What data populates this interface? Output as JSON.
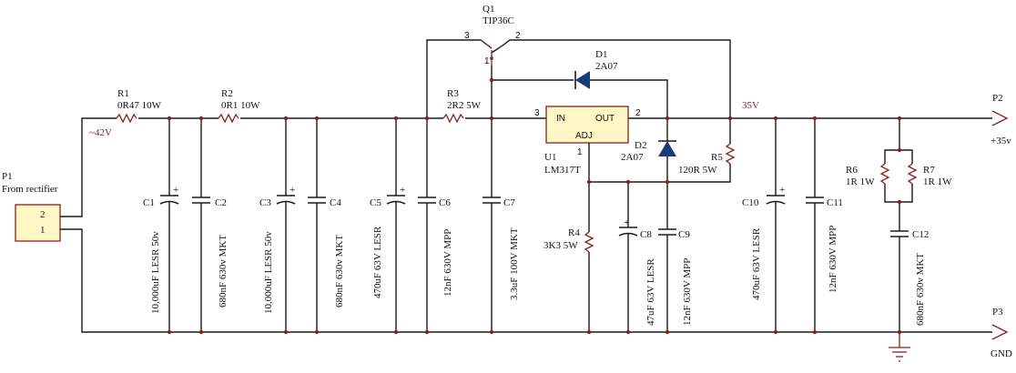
{
  "connectors": {
    "p1": {
      "ref": "P1",
      "desc": "From rectifier",
      "pin2": "2",
      "pin1": "1"
    },
    "p2": {
      "ref": "P2",
      "net": "+35v"
    },
    "p3": {
      "ref": "P3",
      "net": "GND"
    }
  },
  "nets": {
    "input": "~42V",
    "output": "35V"
  },
  "resistors": {
    "r1": {
      "ref": "R1",
      "value": "0R47 10W"
    },
    "r2": {
      "ref": "R2",
      "value": "0R1 10W"
    },
    "r3": {
      "ref": "R3",
      "value": "2R2 5W"
    },
    "r4": {
      "ref": "R4",
      "value": "3K3 5W"
    },
    "r5": {
      "ref": "R5",
      "value": "120R 5W"
    },
    "r6": {
      "ref": "R6",
      "value": "1R 1W"
    },
    "r7": {
      "ref": "R7",
      "value": "1R 1W"
    }
  },
  "capacitors": {
    "c1": {
      "ref": "C1",
      "value": "10,000uF LESR 50v"
    },
    "c2": {
      "ref": "C2",
      "value": "680nF 630v MKT"
    },
    "c3": {
      "ref": "C3",
      "value": "10,000uF LESR 50v"
    },
    "c4": {
      "ref": "C4",
      "value": "680nF 630v MKT"
    },
    "c5": {
      "ref": "C5",
      "value": "470uF 63V LESR"
    },
    "c6": {
      "ref": "C6",
      "value": "12nF 630V MPP"
    },
    "c7": {
      "ref": "C7",
      "value": "3.3uF 100V MKT"
    },
    "c8": {
      "ref": "C8",
      "value": "47uF 63V LESR"
    },
    "c9": {
      "ref": "C9",
      "value": "12nF 630V MPP"
    },
    "c10": {
      "ref": "C10",
      "value": "470uF 63V LESR"
    },
    "c11": {
      "ref": "C11",
      "value": "12nF 630V MPP"
    },
    "c12": {
      "ref": "C12",
      "value": "680nF 630v MKT"
    }
  },
  "transistor": {
    "ref": "Q1",
    "part": "TIP36C",
    "pin3": "3",
    "pin2": "2",
    "pin1": "1"
  },
  "diodes": {
    "d1": {
      "ref": "D1",
      "part": "2A07"
    },
    "d2": {
      "ref": "D2",
      "part": "2A07"
    }
  },
  "regulator": {
    "ref": "U1",
    "part": "LM317T",
    "in": "IN",
    "out": "OUT",
    "adj": "ADJ",
    "pin_in": "3",
    "pin_out": "2",
    "pin_adj": "1"
  },
  "colors": {
    "wire": "#1a1a1a",
    "component": "#8a1f1f",
    "regulator_fill": "#fff8c6",
    "connector_fill": "#fff8c6"
  }
}
